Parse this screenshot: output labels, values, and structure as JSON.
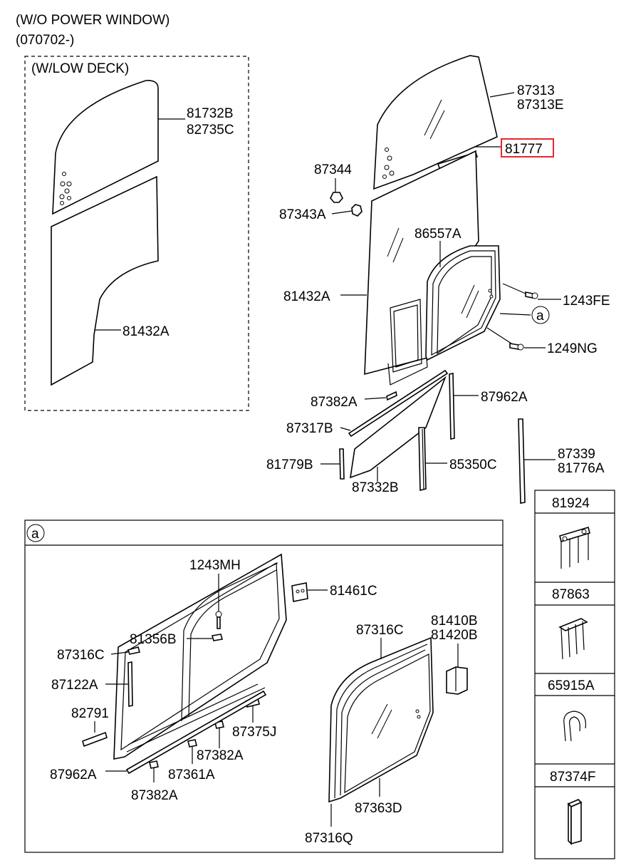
{
  "header": {
    "line1": "(W/O POWER WINDOW)",
    "line2": "(070702-)",
    "low_deck": "(W/LOW DECK)"
  },
  "highlight_color": "#e8262b",
  "parts": {
    "p81732B": "81732B",
    "p82735C": "82735C",
    "p81432A_left": "81432A",
    "p87313": "87313",
    "p87313E": "87313E",
    "p81777": "81777",
    "p87344": "87344",
    "p87343A": "87343A",
    "p86557A": "86557A",
    "p81432A": "81432A",
    "p1243FE": "1243FE",
    "p1249NG": "1249NG",
    "callout_a": "a",
    "p87382A_top": "87382A",
    "p87962A_top": "87962A",
    "p87317B": "87317B",
    "p81779B": "81779B",
    "p87332B": "87332B",
    "p85350C": "85350C",
    "p87339": "87339",
    "p81776A": "81776A"
  },
  "detail_a": {
    "tag": "a",
    "p1243MH": "1243MH",
    "p81461C": "81461C",
    "p81356B": "81356B",
    "p87316C_left": "87316C",
    "p87122A": "87122A",
    "p82791": "82791",
    "p87375J": "87375J",
    "p87382A_mid": "87382A",
    "p87962A": "87962A",
    "p87361A": "87361A",
    "p87382A_bot": "87382A",
    "p87316C": "87316C",
    "p81410B": "81410B",
    "p81420B": "81420B",
    "p87363D": "87363D",
    "p87316Q": "87316Q"
  },
  "side_table": [
    "81924",
    "87863",
    "65915A",
    "87374F"
  ]
}
